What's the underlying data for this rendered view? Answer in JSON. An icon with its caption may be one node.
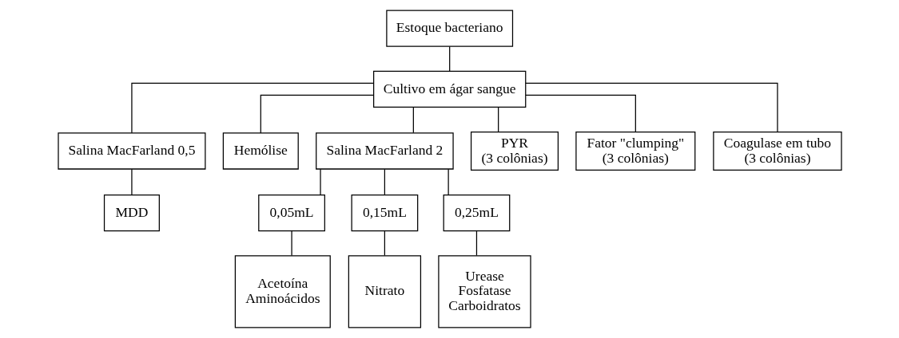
{
  "diagram": {
    "nodes": [
      {
        "text": [
          "Estoque bacteriano"
        ]
      },
      {
        "text": [
          "Cultivo em ágar sangue"
        ]
      },
      {
        "text": [
          "Salina MacFarland 0,5"
        ]
      },
      {
        "text": [
          "Hemólise"
        ]
      },
      {
        "text": [
          "Salina MacFarland 2"
        ]
      },
      {
        "text": [
          "PYR",
          "(3 colônias)"
        ]
      },
      {
        "text": [
          "Fator \"clumping\"",
          "(3 colônias)"
        ]
      },
      {
        "text": [
          "Coagulase em tubo",
          "(3 colônias)"
        ]
      },
      {
        "text": [
          "MDD"
        ]
      },
      {
        "text": [
          "0,05mL"
        ]
      },
      {
        "text": [
          "0,15mL"
        ]
      },
      {
        "text": [
          "0,25mL"
        ]
      },
      {
        "text": [
          "Acetoína",
          "Aminoácidos"
        ]
      },
      {
        "text": [
          "Nitrato"
        ]
      },
      {
        "text": [
          "Urease",
          "Fosfatase",
          "Carboidratos"
        ]
      }
    ],
    "edges": [
      {
        "from": 0,
        "to": 1,
        "arrow": "none"
      },
      {
        "from": 1,
        "to": 2,
        "arrow": "none"
      },
      {
        "from": 1,
        "to": 3,
        "arrow": "none"
      },
      {
        "from": 1,
        "to": 4,
        "arrow": "none"
      },
      {
        "from": 1,
        "to": 5,
        "arrow": "none"
      },
      {
        "from": 1,
        "to": 6,
        "arrow": "none"
      },
      {
        "from": 1,
        "to": 7,
        "arrow": "none"
      },
      {
        "from": 2,
        "to": 8,
        "arrow": "none"
      },
      {
        "from": 4,
        "to": 9,
        "arrow": "none"
      },
      {
        "from": 4,
        "to": 10,
        "arrow": "none"
      },
      {
        "from": 4,
        "to": 11,
        "arrow": "none"
      },
      {
        "from": 9,
        "to": 12,
        "arrow": "none"
      },
      {
        "from": 10,
        "to": 13,
        "arrow": "none"
      },
      {
        "from": 11,
        "to": 14,
        "arrow": "none"
      }
    ]
  }
}
